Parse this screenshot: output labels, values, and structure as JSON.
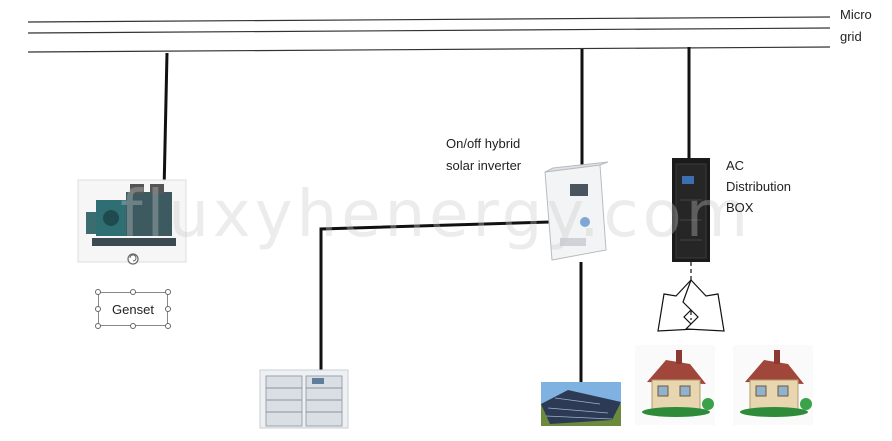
{
  "diagram": {
    "grid_label_line1": "Micro",
    "grid_label_line2": "grid",
    "inverter_label_line1": "On/off  hybrid",
    "inverter_label_line2": "solar inverter",
    "ac_box_label_line1": "AC",
    "ac_box_label_line2": "Distribution",
    "ac_box_label_line3": "BOX",
    "genset_label": "Genset",
    "watermark": "fluxyhenergy.com"
  },
  "colors": {
    "line": "#111111",
    "grid_line": "#333333",
    "roof": "#a0463a",
    "wall": "#e8d6b0",
    "grass": "#2e8b3a",
    "solar_panel": "#2d3a55"
  },
  "icons": [
    "generator-icon",
    "battery-rack-icon",
    "solar-panel-icon",
    "inverter-icon",
    "distribution-cabinet-icon",
    "house-icon",
    "split-arrow-icon"
  ]
}
